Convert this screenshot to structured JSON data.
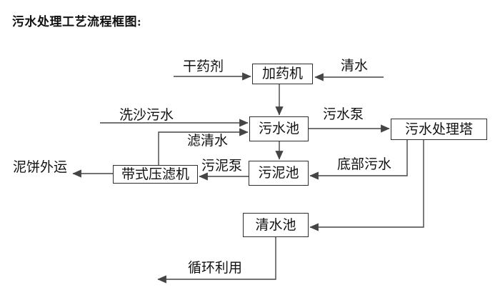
{
  "title": "污水处理工艺流程框图:",
  "nodes": {
    "dosing_machine": "加药机",
    "sewage_pool": "污水池",
    "treatment_tower": "污水处理塔",
    "belt_filter_press": "带式压滤机",
    "sludge_pool": "污泥池",
    "clean_water_pool": "清水池"
  },
  "flow_labels": {
    "dry_agent": "干药剂",
    "clean_water": "清水",
    "sand_washing_sewage": "洗沙污水",
    "sewage_pump": "污水泵",
    "filtered_water": "滤清水",
    "mud_cake_out": "泥饼外运",
    "sludge_pump": "污泥泵",
    "bottom_sewage": "底部污水",
    "recycle_use": "循环利用"
  },
  "edges": [
    {
      "from": "干药剂",
      "to": "加药机",
      "label": "干药剂"
    },
    {
      "from": "清水",
      "to": "加药机",
      "label": "清水"
    },
    {
      "from": "加药机",
      "to": "污水池",
      "label": ""
    },
    {
      "from": "洗沙污水",
      "to": "污水池",
      "label": "洗沙污水"
    },
    {
      "from": "带式压滤机",
      "to": "污水池",
      "label": "滤清水"
    },
    {
      "from": "污水池",
      "to": "污水处理塔",
      "label": "污水泵"
    },
    {
      "from": "污水池",
      "to": "污泥池",
      "label": ""
    },
    {
      "from": "污水处理塔",
      "to": "污泥池",
      "label": "底部污水"
    },
    {
      "from": "污泥池",
      "to": "带式压滤机",
      "label": "污泥泵"
    },
    {
      "from": "带式压滤机",
      "to": "泥饼外运",
      "label": "泥饼外运"
    },
    {
      "from": "污水处理塔",
      "to": "清水池",
      "label": ""
    },
    {
      "from": "清水池",
      "to": "循环利用",
      "label": "循环利用"
    }
  ],
  "colors": {
    "line": "#454545",
    "border": "#2e2e2e",
    "text": "#111111",
    "background": "#ffffff"
  }
}
